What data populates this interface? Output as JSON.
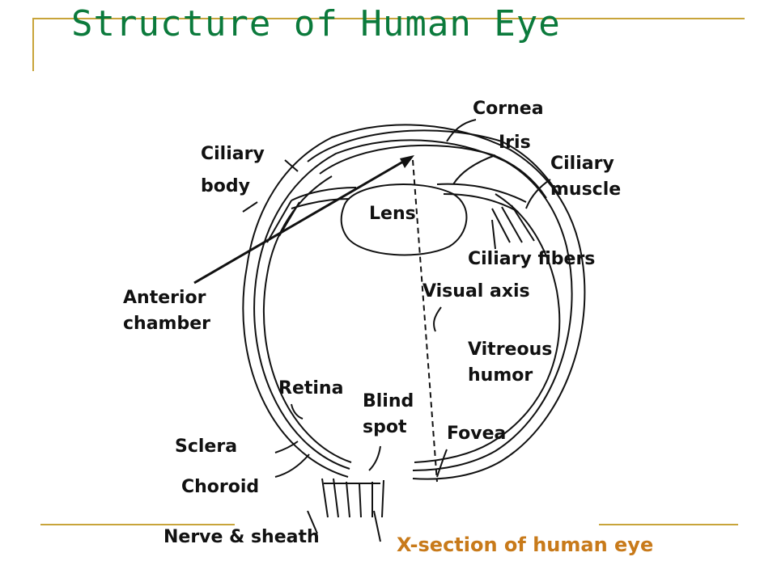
{
  "title": "Structure of Human Eye",
  "caption": "X-section of human eye",
  "colors": {
    "title": "#0b7a3c",
    "rule": "#c8a43a",
    "caption": "#c87a1a",
    "ink": "#111111"
  },
  "labels": {
    "cornea": "Cornea",
    "iris": "Iris",
    "ciliary_body_line1": "Ciliary",
    "ciliary_body_line2": "body",
    "ciliary_muscle_line1": "Ciliary",
    "ciliary_muscle_line2": "muscle",
    "lens": "Lens",
    "ciliary_fibers": "Ciliary fibers",
    "anterior_chamber_line1": "Anterior",
    "anterior_chamber_line2": "chamber",
    "visual_axis": "Visual axis",
    "vitreous_humor_line1": "Vitreous",
    "vitreous_humor_line2": "humor",
    "retina": "Retina",
    "blind_spot_line1": "Blind",
    "blind_spot_line2": "spot",
    "fovea": "Fovea",
    "sclera": "Sclera",
    "choroid": "Choroid",
    "nerve_sheath": "Nerve & sheath"
  }
}
